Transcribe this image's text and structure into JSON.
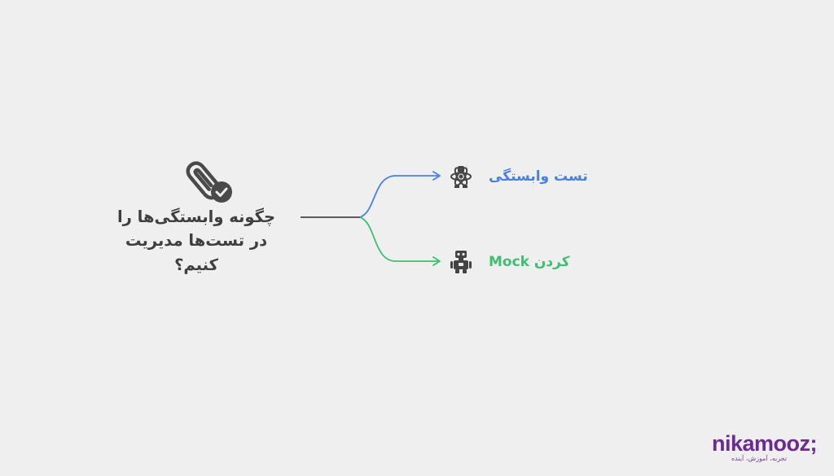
{
  "root": {
    "icon": "paperclip-check-icon",
    "title_lines": [
      "چگونه وابستگی‌ها را",
      "در تست‌ها مدیریت",
      "کنیم؟"
    ]
  },
  "branches": [
    {
      "label": "تست وابستگی",
      "icon": "atom-robot-icon",
      "color": "#4a80e4"
    },
    {
      "label": "Mock کردن",
      "icon": "robot-icon",
      "color": "#3fbe74"
    }
  ],
  "colors": {
    "background": "#efefef",
    "root_text": "#3f3f3f",
    "connector_root": "#5b5b5b",
    "logo": "#6a2c91"
  },
  "logo": {
    "text": "nikamooz;",
    "tagline": "تجربه، آموزش، آینده"
  }
}
